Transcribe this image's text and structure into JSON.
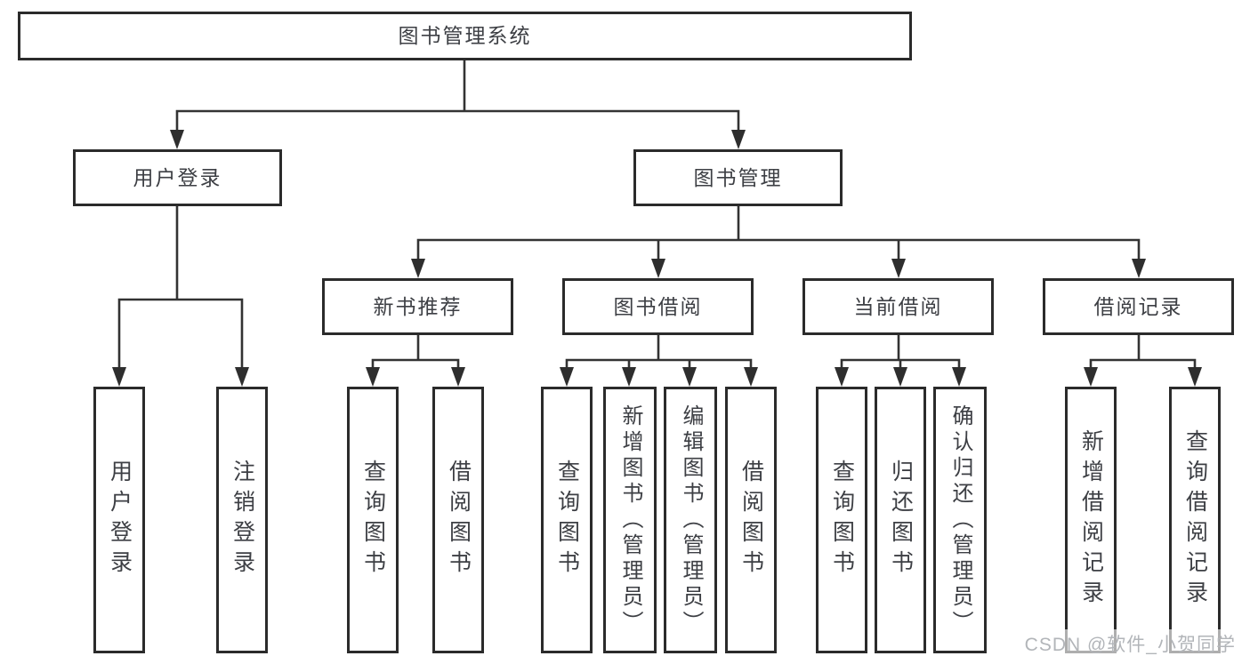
{
  "colors": {
    "line": "#333333",
    "box_border": "#2b2b2b",
    "text": "#3d3f44",
    "watermark_text": "#b2b5b9",
    "background": "#ffffff"
  },
  "diagram": {
    "root": {
      "label": "图书管理系统"
    },
    "branches": [
      {
        "label": "用户登录",
        "children": [
          {
            "label": "用户登录"
          },
          {
            "label": "注销登录"
          }
        ]
      },
      {
        "label": "图书管理",
        "children": [
          {
            "label": "新书推荐",
            "children": [
              {
                "label": "查询图书"
              },
              {
                "label": "借阅图书"
              }
            ]
          },
          {
            "label": "图书借阅",
            "children": [
              {
                "label": "查询图书"
              },
              {
                "label": "新增图书（管理员）"
              },
              {
                "label": "编辑图书（管理员）"
              },
              {
                "label": "借阅图书"
              }
            ]
          },
          {
            "label": "当前借阅",
            "children": [
              {
                "label": "查询图书"
              },
              {
                "label": "归还图书"
              },
              {
                "label": "确认归还（管理员）"
              }
            ]
          },
          {
            "label": "借阅记录",
            "children": [
              {
                "label": "新增借阅记录"
              },
              {
                "label": "查询借阅记录"
              }
            ]
          }
        ]
      }
    ]
  },
  "watermark": {
    "text": "CSDN @软件_小贺同学"
  }
}
